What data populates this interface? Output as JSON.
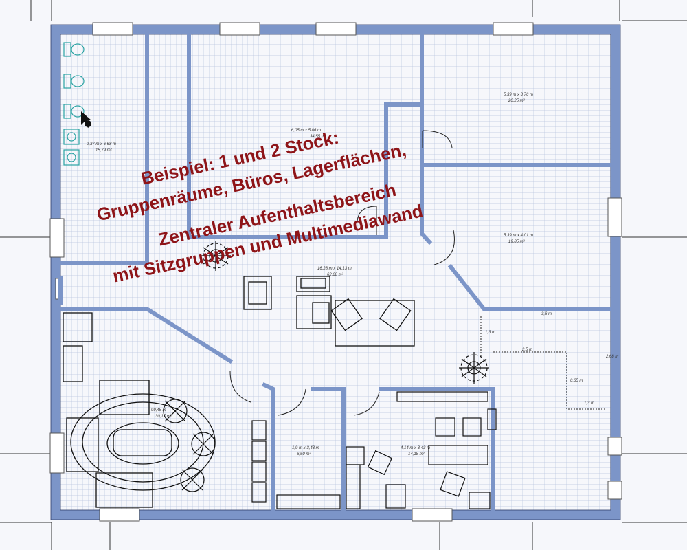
{
  "colors": {
    "wall": "#7c95c8",
    "wall_edge": "#2f3e6b",
    "grid": "#b9c4de",
    "floor": "#f6f7fb",
    "annotation": "#8e1418",
    "sanitary": "#2aa3a3"
  },
  "rooms": [
    {
      "size": "2,37 m x 6,68 m",
      "area": "15,79 m²"
    },
    {
      "size": "6,05 m x 5,86 m",
      "area": "34,55 m²"
    },
    {
      "size": "5,39 m x 3,76 m",
      "area": "20,25 m²"
    },
    {
      "size": "5,39 m x 4,01 m",
      "area": "19,85 m²"
    },
    {
      "size": "16,28 m x 14,13 m",
      "area": "62,68 m²"
    },
    {
      "size": "1,9 m x 3,43 m",
      "area": "6,50 m²"
    },
    {
      "size": "4,14 m x 3,43 m",
      "area": "14,18 m²"
    },
    {
      "size": "99,45 m",
      "area": "30,17 m²"
    }
  ],
  "dimensions": [
    "3,6 m",
    "1,3 m",
    "2,5 m",
    "2,68 m",
    "0,65 m",
    "1,3 m"
  ],
  "annotation": {
    "line1": "Beispiel: 1 und 2 Stock:",
    "line2": "Gruppenräume, Büros, Lagerflächen,",
    "line3": "Zentraler Aufenthaltsbereich",
    "line4": "mit Sitzgruppen und Multimediawand"
  },
  "icons": [
    "toilet-icon",
    "sink-icon",
    "plant-icon",
    "armchair-icon",
    "sofa-icon",
    "desk-icon",
    "office-chair-icon",
    "round-table-icon",
    "cursor-icon"
  ]
}
